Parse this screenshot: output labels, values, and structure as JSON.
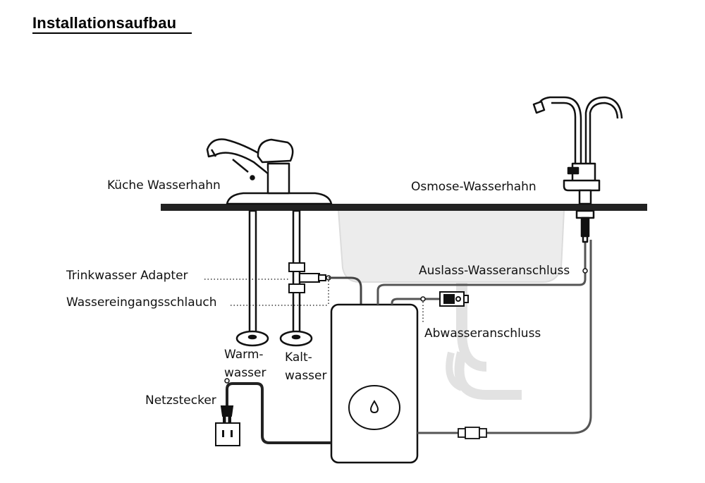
{
  "title": "Installationsaufbau",
  "labels": {
    "kitchen_faucet": "Küche Wasserhahn",
    "ro_faucet": "Osmose-Wasserhahn",
    "drinking_adapter": "Trinkwasser Adapter",
    "inlet_hose": "Wassereingangsschlauch",
    "outlet_connection": "Auslass-Wasseranschluss",
    "drain_connection": "Abwasseranschluss",
    "warm_water_1": "Warm-",
    "warm_water_2": "wasser",
    "cold_water_1": "Kalt-",
    "cold_water_2": "wasser",
    "power_plug": "Netzstecker"
  },
  "colors": {
    "line": "#111111",
    "hose": "#555555",
    "sink": "#e6e6e6",
    "countertop": "#2b2b2b"
  },
  "icons": {
    "unit_logo": "water-drop-icon",
    "outlet": "power-outlet-icon",
    "plug": "power-plug-icon"
  }
}
